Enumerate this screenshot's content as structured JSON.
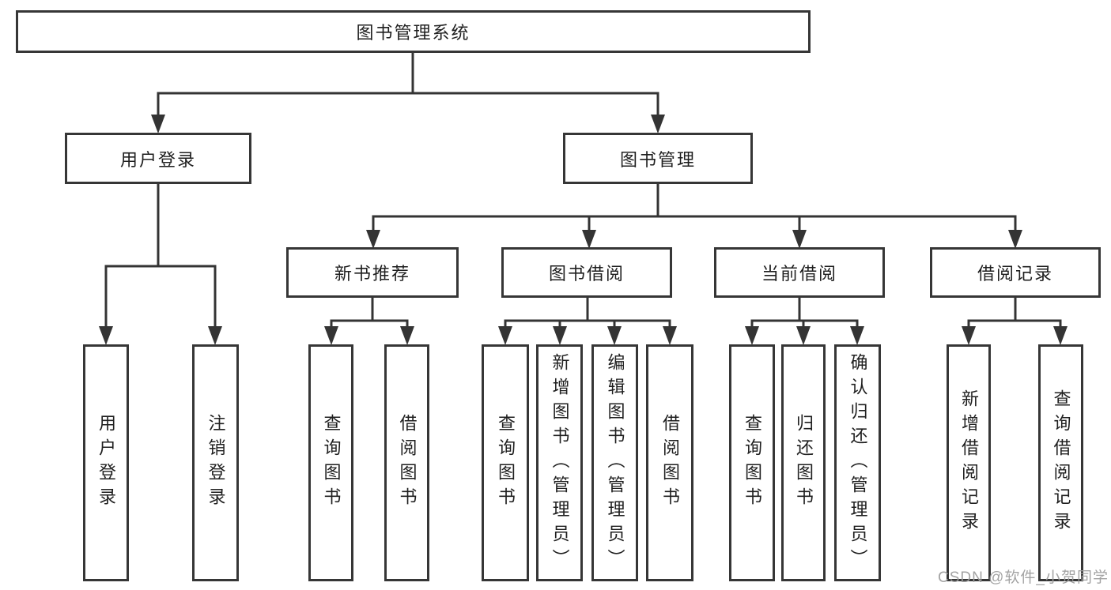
{
  "diagram": {
    "root": {
      "label": "图书管理系统"
    },
    "children": [
      {
        "label": "用户登录",
        "children": [
          {
            "label": "用户登录"
          },
          {
            "label": "注销登录"
          }
        ]
      },
      {
        "label": "图书管理",
        "children": [
          {
            "label": "新书推荐",
            "children": [
              {
                "label": "查询图书"
              },
              {
                "label": "借阅图书"
              }
            ]
          },
          {
            "label": "图书借阅",
            "children": [
              {
                "label": "查询图书"
              },
              {
                "label": "新增图书（管理员）"
              },
              {
                "label": "编辑图书（管理员）"
              },
              {
                "label": "借阅图书"
              }
            ]
          },
          {
            "label": "当前借阅",
            "children": [
              {
                "label": "查询图书"
              },
              {
                "label": "归还图书"
              },
              {
                "label": "确认归还（管理员）"
              }
            ]
          },
          {
            "label": "借阅记录",
            "children": [
              {
                "label": "新增借阅记录"
              },
              {
                "label": "查询借阅记录"
              }
            ]
          }
        ]
      }
    ]
  },
  "watermark": {
    "text": "CSDN @软件_小贺同学"
  },
  "colors": {
    "line": "#343434",
    "border": "#363636",
    "text": "#1f1f1f",
    "watermark": "#9e9e9e",
    "background": "#ffffff"
  }
}
